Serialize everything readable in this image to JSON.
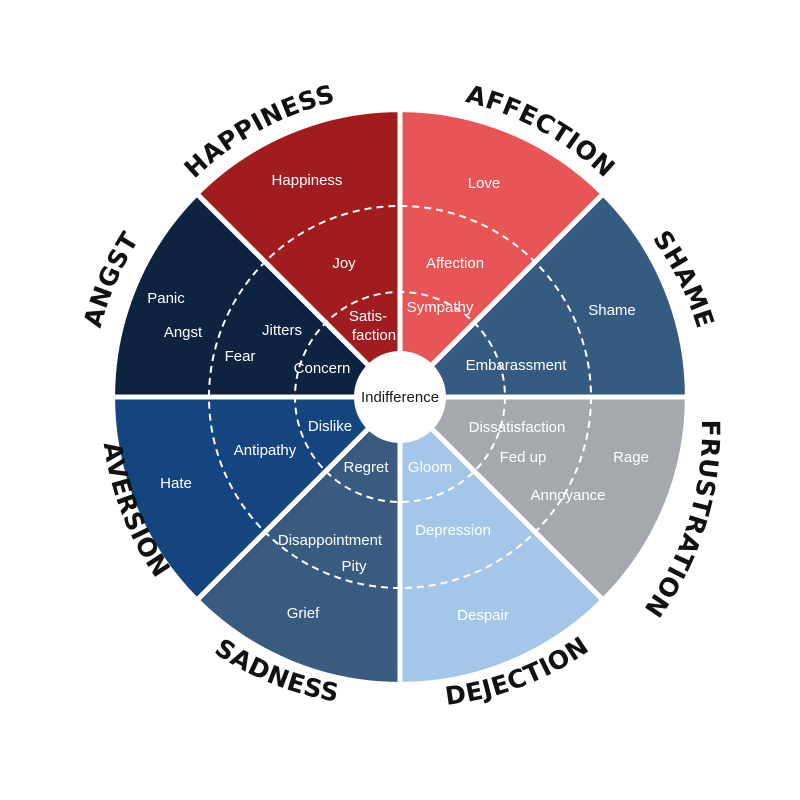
{
  "center": {
    "label": "Indifference"
  },
  "categories": [
    {
      "key": "happiness",
      "label": "HAPPINESS",
      "color": "#a11c1e",
      "emotions": [
        "Happiness",
        "Joy",
        "Satis-",
        "faction"
      ]
    },
    {
      "key": "affection",
      "label": "AFFECTION",
      "color": "#e85556",
      "emotions": [
        "Love",
        "Affection",
        "Sympathy"
      ]
    },
    {
      "key": "shame",
      "label": "SHAME",
      "color": "#365b80",
      "emotions": [
        "Shame",
        "Embarassment"
      ]
    },
    {
      "key": "frustration",
      "label": "FRUSTRATION",
      "color": "#a5a9ae",
      "emotions": [
        "Dissatisfaction",
        "Fed up",
        "Rage",
        "Annoyance"
      ]
    },
    {
      "key": "dejection",
      "label": "DEJECTION",
      "color": "#a4c6e9",
      "emotions": [
        "Gloom",
        "Depression",
        "Despair"
      ]
    },
    {
      "key": "sadness",
      "label": "SADNESS",
      "color": "#395b7f",
      "emotions": [
        "Regret",
        "Disappointment",
        "Pity",
        "Grief"
      ]
    },
    {
      "key": "aversion",
      "label": "AVERSION",
      "color": "#15457e",
      "emotions": [
        "Dislike",
        "Antipathy",
        "Hate"
      ]
    },
    {
      "key": "angst",
      "label": "ANGST",
      "color": "#0d2340",
      "emotions": [
        "Panic",
        "Angst",
        "Jitters",
        "Fear",
        "Concern"
      ]
    }
  ]
}
